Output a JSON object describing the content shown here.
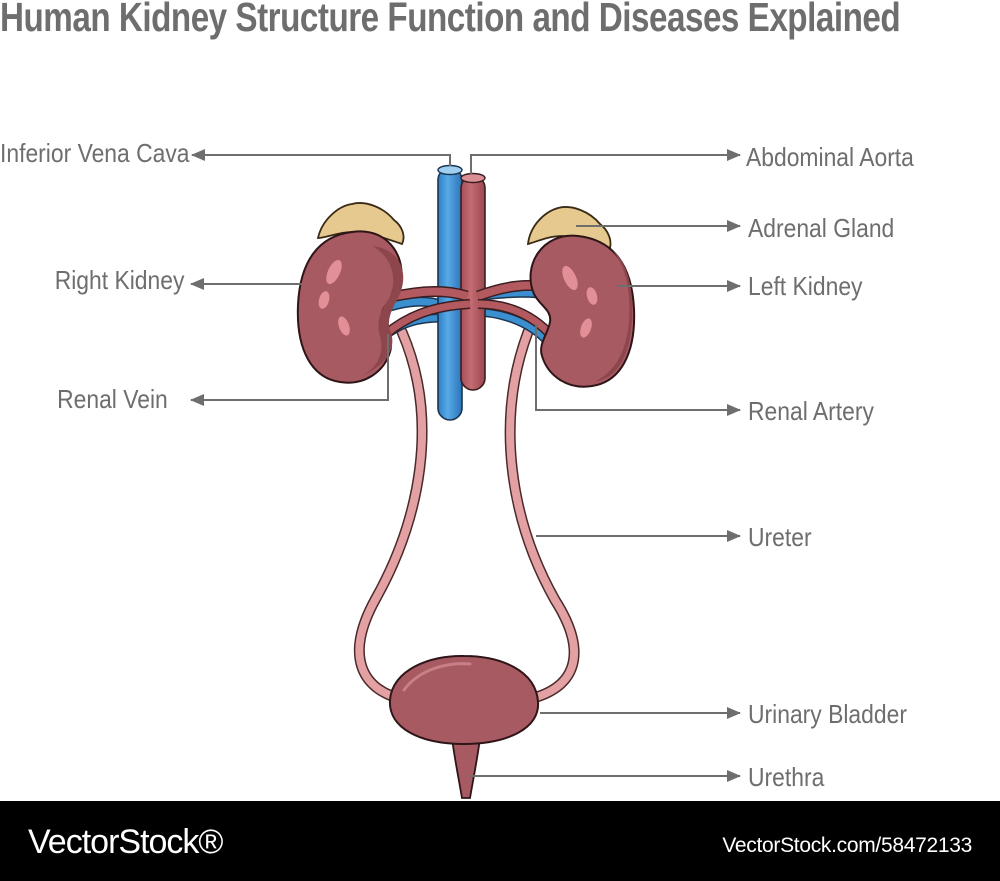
{
  "title": "Human Kidney Structure Function and Diseases Explained",
  "labels": {
    "inferior_vena_cava": "Inferior Vena Cava",
    "abdominal_aorta": "Abdominal Aorta",
    "adrenal_gland": "Adrenal Gland",
    "right_kidney": "Right Kidney",
    "left_kidney": "Left Kidney",
    "renal_vein": "Renal Vein",
    "renal_artery": "Renal Artery",
    "ureter": "Ureter",
    "urinary_bladder": "Urinary Bladder",
    "urethra": "Urethra"
  },
  "footer": {
    "brand": "VectorStock®",
    "stock_id": "VectorStock.com/58472133"
  },
  "colors": {
    "label_text": "#6e6e6e",
    "kidney": "#a85a62",
    "vein": "#3a8fd0",
    "artery": "#b35a60",
    "ureter": "#e3a1a4",
    "adrenal": "#e6c98e",
    "footer_bg": "#000000"
  }
}
